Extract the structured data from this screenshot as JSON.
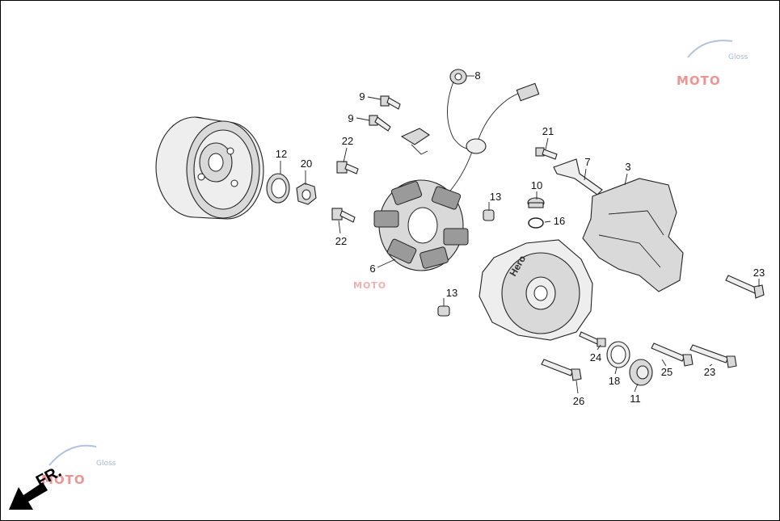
{
  "brand_text": "Hero",
  "direction_label": "FR.",
  "watermark": {
    "logo": "MOTO",
    "sub": "Gloss"
  },
  "callouts": [
    {
      "id": "c8",
      "label": "8"
    },
    {
      "id": "c9a",
      "label": "9"
    },
    {
      "id": "c9b",
      "label": "9"
    },
    {
      "id": "c21",
      "label": "21"
    },
    {
      "id": "c7",
      "label": "7"
    },
    {
      "id": "c3",
      "label": "3"
    },
    {
      "id": "c12",
      "label": "12"
    },
    {
      "id": "c20",
      "label": "20"
    },
    {
      "id": "c22a",
      "label": "22"
    },
    {
      "id": "c22b",
      "label": "22"
    },
    {
      "id": "c13a",
      "label": "13"
    },
    {
      "id": "c10",
      "label": "10"
    },
    {
      "id": "c16",
      "label": "16"
    },
    {
      "id": "c6",
      "label": "6"
    },
    {
      "id": "c13b",
      "label": "13"
    },
    {
      "id": "c23a",
      "label": "23"
    },
    {
      "id": "c24",
      "label": "24"
    },
    {
      "id": "c25",
      "label": "25"
    },
    {
      "id": "c23b",
      "label": "23"
    },
    {
      "id": "c18",
      "label": "18"
    },
    {
      "id": "c11",
      "label": "11"
    },
    {
      "id": "c26",
      "label": "26"
    }
  ]
}
